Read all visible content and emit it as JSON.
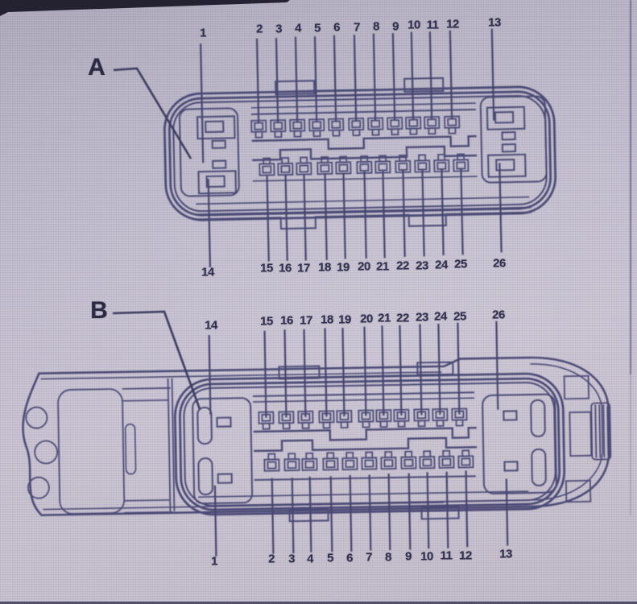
{
  "diagram_a": {
    "label": "A",
    "top_pins": [
      "1",
      "2",
      "3",
      "4",
      "5",
      "6",
      "7",
      "8",
      "9",
      "10",
      "11",
      "12",
      "13"
    ],
    "bottom_pins": [
      "14",
      "15",
      "16",
      "17",
      "18",
      "19",
      "20",
      "21",
      "22",
      "23",
      "24",
      "25",
      "26"
    ]
  },
  "diagram_b": {
    "label": "B",
    "top_pins": [
      "14",
      "15",
      "16",
      "17",
      "18",
      "19",
      "20",
      "21",
      "22",
      "23",
      "24",
      "25",
      "26"
    ],
    "bottom_pins": [
      "1",
      "2",
      "3",
      "4",
      "5",
      "6",
      "7",
      "8",
      "9",
      "10",
      "11",
      "12",
      "13"
    ]
  },
  "colors": {
    "line": "#4b4a76",
    "label": "#31304e",
    "page": "#c2bdcd"
  }
}
